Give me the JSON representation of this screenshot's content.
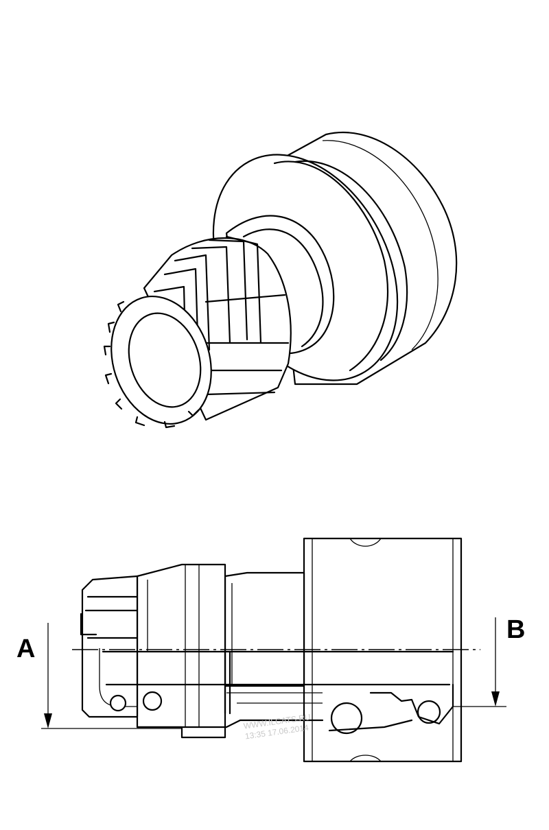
{
  "labels": {
    "a": "A",
    "b": "B"
  },
  "watermark": {
    "line1": "WWW.ILCATS.RU",
    "line2": "13:35 17.06.2014"
  },
  "colors": {
    "line": "#000000",
    "background": "#ffffff",
    "watermark": "#c8c8c8"
  }
}
